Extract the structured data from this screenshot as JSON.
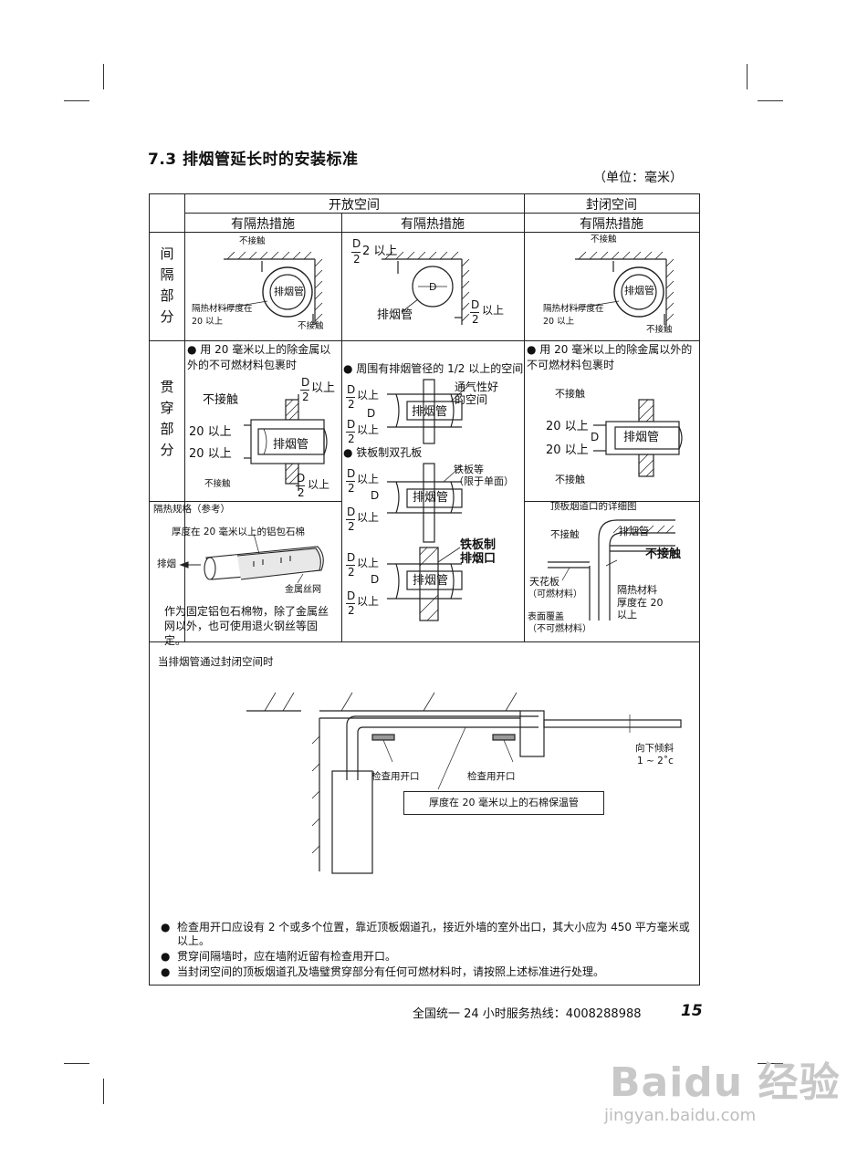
{
  "header": {
    "section_title": "7.3  排烟管延长时的安装标准",
    "unit": "（单位：毫米）"
  },
  "columns": {
    "open_space": "开放空间",
    "closed_space": "封闭空间",
    "sub1": "有隔热措施",
    "sub2": "有隔热措施",
    "sub3": "有隔热措施"
  },
  "rows": {
    "gap": "间隔部分",
    "gap_chars": [
      "间",
      "隔",
      "部",
      "分"
    ],
    "through": "贯穿部分",
    "through_chars": [
      "贯",
      "穿",
      "部",
      "分"
    ]
  },
  "gap_cells": {
    "c1": {
      "no_touch_top": "不接触",
      "pipe": "排烟管",
      "insul": "隔热材料厚度在",
      "insul2": "20 以上",
      "no_touch_bottom": "不接触"
    },
    "c2": {
      "d2_top": "2 以上",
      "d": "D",
      "pipe": "排烟管",
      "d2_right": "以上",
      "half_n": "D",
      "half_d": "2"
    },
    "c3": {
      "no_touch_top": "不接触",
      "pipe": "排烟管",
      "insul": "隔热材料厚度在",
      "insul2": "20 以上",
      "no_touch_bottom": "不接触"
    }
  },
  "through_cells": {
    "c1": {
      "note": "用 20 毫米以上的除金属以外的不可燃材料包裹时",
      "d2_top": "以上",
      "no_touch": "不接触",
      "v20a": "20 以上",
      "v20b": "20 以上",
      "pipe": "排烟管",
      "no_touch2": "不接触",
      "d2_bot": "以上"
    },
    "c2": {
      "note1": "周围有排烟管径的 1/2 以上的空间",
      "vent": "通气性好",
      "vent2": "的空间",
      "pipe": "排烟管",
      "note2": "铁板制双孔板",
      "iron": "铁板等",
      "iron2": "（限于单面）",
      "note3": "铁板制",
      "note3b": "排烟口",
      "above": "以上",
      "d": "D"
    },
    "c3": {
      "note": "用 20 毫米以上的除金属以外的不可燃材料包裹时",
      "no_touch": "不接触",
      "v20a": "20 以上",
      "d": "D",
      "v20b": "20 以上",
      "pipe": "排烟管",
      "no_touch2": "不接触"
    }
  },
  "insulation_spec": {
    "title": "隔热规格（参考）",
    "thickness": "厚度在 20 毫米以上的铝包石棉",
    "exhaust": "排烟",
    "wire": "金属丝网",
    "note": "作为固定铝包石棉物，除了金属丝网以外，也可使用退火钢丝等固定。"
  },
  "ceiling_detail": {
    "title": "顶板烟道口的详细图",
    "no_touch": "不接触",
    "pipe": "排烟管",
    "no_touch_big": "不接触",
    "ceiling": "天花板",
    "ceiling2": "（可燃材料）",
    "insul": "隔热材料",
    "insul2": "厚度在 20",
    "insul3": "以上",
    "cover": "表面覆盖",
    "cover2": "（不可燃材料）"
  },
  "closed_pass": {
    "title": "当排烟管通过封闭空间时",
    "inspect1": "检查用开口",
    "inspect2": "检查用开口",
    "box": "厚度在 20 毫米以上的石棉保温管",
    "slope": "向下倾斜",
    "slope2": "1 ~ 2˚c"
  },
  "notes": [
    "检查用开口应设有 2 个或多个位置，靠近顶板烟道孔，接近外墙的室外出口，其大小应为 450 平方毫米或以上。",
    "贯穿间隔墙时，应在墙附近留有检查用开口。",
    "当封闭空间的顶板烟道孔及墙璧贯穿部分有任何可燃材料时，请按照上述标准进行处理。"
  ],
  "footer": {
    "hotline": "全国统一 24 小时服务热线：4008288988",
    "page": "15"
  },
  "watermark": {
    "logo": "Baidu 经验",
    "url": "jingyan.baidu.com"
  }
}
